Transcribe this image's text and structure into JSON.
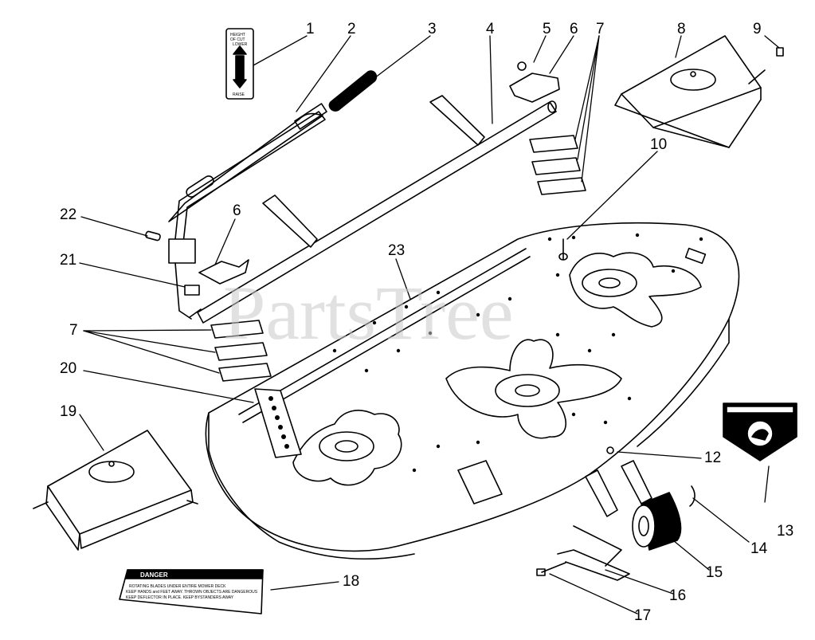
{
  "watermark": "PartsTree",
  "callouts": [
    "1",
    "2",
    "3",
    "4",
    "5",
    "6",
    "7",
    "8",
    "9",
    "10",
    "12",
    "13",
    "14",
    "15",
    "16",
    "17",
    "18",
    "19",
    "20",
    "21",
    "22",
    "23",
    "6",
    "7"
  ],
  "decals": {
    "height_of_cut": {
      "line1": "HEIGHT",
      "line2": "OF CUT",
      "top": "LOWER",
      "bottom": "RAISE"
    },
    "keep_hands": {
      "text": "KEEP HANDS and FEET AWAY"
    },
    "danger": {
      "title": "DANGER",
      "line1": "ROTATING BLADES UNDER ENTIRE MOWER DECK",
      "line2": "KEEP HANDS and FEET AWAY. THROWN OBJECTS ARE DANGEROUS",
      "line3": "KEEP DEFLECTOR IN PLACE. KEEP BYSTANDERS AWAY"
    }
  },
  "colors": {
    "line": "#000000",
    "watermark": "#c9c9c9",
    "deck": "#ffffff"
  }
}
